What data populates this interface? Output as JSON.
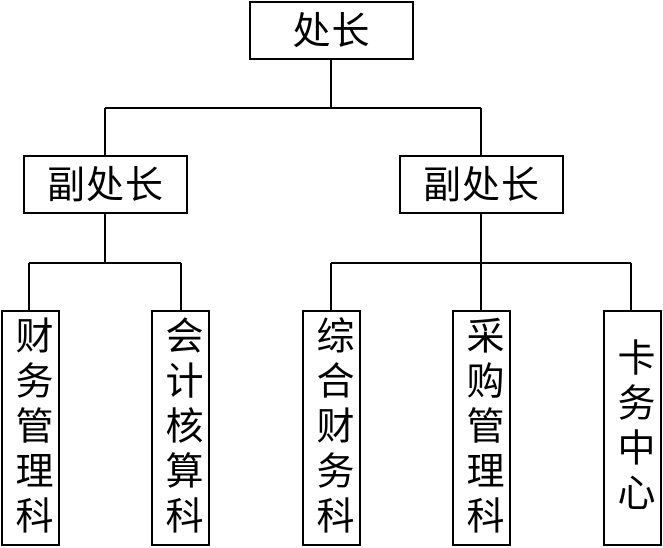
{
  "top": {
    "label": "处长"
  },
  "deputies": [
    {
      "label": "副处长"
    },
    {
      "label": "副处长"
    }
  ],
  "units": [
    {
      "label": "财务管理科"
    },
    {
      "label": "会计核算科"
    },
    {
      "label": "综合财务科"
    },
    {
      "label": "采购管理科"
    },
    {
      "label": "卡务中心"
    }
  ]
}
